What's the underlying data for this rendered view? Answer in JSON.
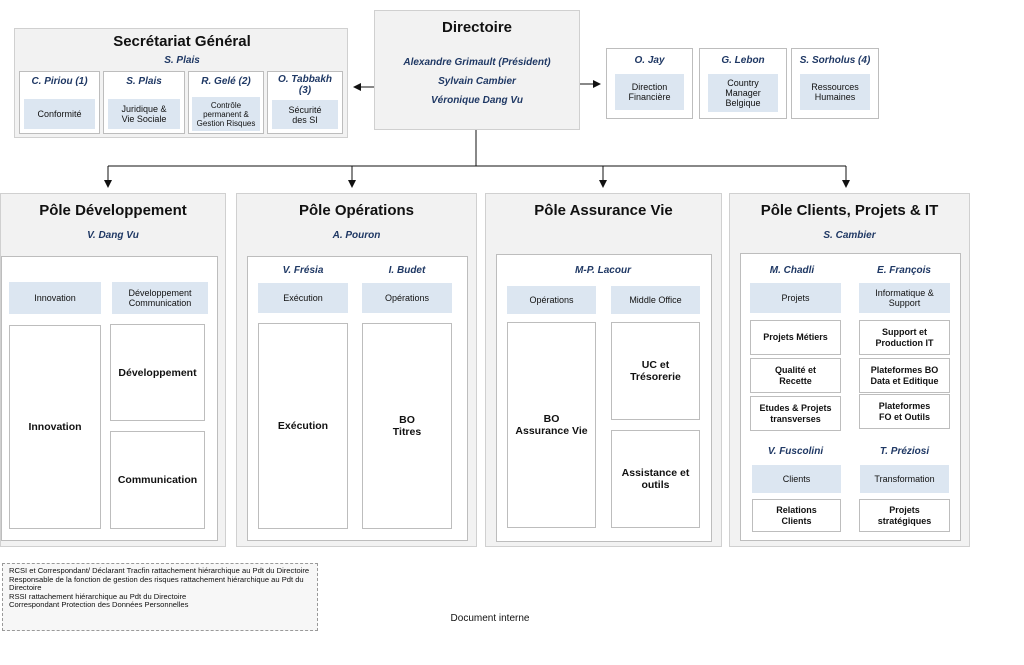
{
  "secretariat": {
    "title": "Secrétariat Général",
    "head": "S. Plais",
    "units": [
      {
        "name": "C. Piriou (1)",
        "label": "Conformité"
      },
      {
        "name": "S. Plais",
        "label": "Juridique  &\nVie Sociale"
      },
      {
        "name": "R. Gelé (2)",
        "label": "Contrôle\npermanent &\nGestion Risques"
      },
      {
        "name": "O. Tabbakh\n(3)",
        "label": "Sécurité\ndes SI"
      }
    ]
  },
  "directoire": {
    "title": "Directoire",
    "members": [
      "Alexandre Grimault (Président)",
      "Sylvain Cambier",
      "Véronique Dang Vu"
    ]
  },
  "right_units": [
    {
      "name": "O. Jay",
      "label": "Direction\nFinancière"
    },
    {
      "name": "G. Lebon",
      "label": "Country\nManager\nBelgique"
    },
    {
      "name": "S. Sorholus (4)",
      "label": "Ressources\nHumaines"
    }
  ],
  "poles": {
    "dev": {
      "title": "Pôle Développement",
      "head": "V. Dang Vu",
      "cols": [
        {
          "label": "Innovation",
          "boxes": [
            "Innovation"
          ]
        },
        {
          "label": "Développement\nCommunication",
          "boxes": [
            "Développement",
            "Communication"
          ]
        }
      ]
    },
    "ops": {
      "title": "Pôle Opérations",
      "head": "A. Pouron",
      "cols": [
        {
          "name": "V. Frésia",
          "label": "Exécution",
          "boxes": [
            "Exécution"
          ]
        },
        {
          "name": "I. Budet",
          "label": "Opérations",
          "boxes": [
            "BO\nTitres"
          ]
        }
      ]
    },
    "av": {
      "title": "Pôle Assurance Vie",
      "sub": "M-P. Lacour",
      "cols": [
        {
          "label": "Opérations",
          "boxes": [
            "BO\nAssurance Vie"
          ]
        },
        {
          "label": "Middle Office",
          "boxes": [
            "UC et\nTrésorerie",
            "Assistance et\noutils"
          ]
        }
      ]
    },
    "it": {
      "title": "Pôle Clients, Projets & IT",
      "head": "S. Cambier",
      "top": [
        {
          "name": "M. Chadli",
          "label": "Projets",
          "boxes": [
            "Projets Métiers",
            "Qualité et\nRecette",
            "Etudes & Projets\ntransverses"
          ]
        },
        {
          "name": "E. François",
          "label": "Informatique &\nSupport",
          "boxes": [
            "Support et\nProduction IT",
            "Plateformes BO\nData et Editique",
            "Plateformes\nFO et Outils"
          ]
        }
      ],
      "bottom": [
        {
          "name": "V. Fuscolini",
          "label": "Clients",
          "boxes": [
            "Relations\nClients"
          ]
        },
        {
          "name": "T. Préziosi",
          "label": "Transformation",
          "boxes": [
            "Projets\nstratégiques"
          ]
        }
      ]
    }
  },
  "legend": [
    "RCSI et Correspondant/ Déclarant Tracfin rattachement hiérarchique au Pdt du Directoire",
    "Responsable de la fonction de gestion des risques rattachement hiérarchique au Pdt du Directoire",
    "RSSI rattachement hiérarchique au Pdt du Directoire",
    "Correspondant Protection des Données Personnelles"
  ],
  "footer": "Document interne"
}
